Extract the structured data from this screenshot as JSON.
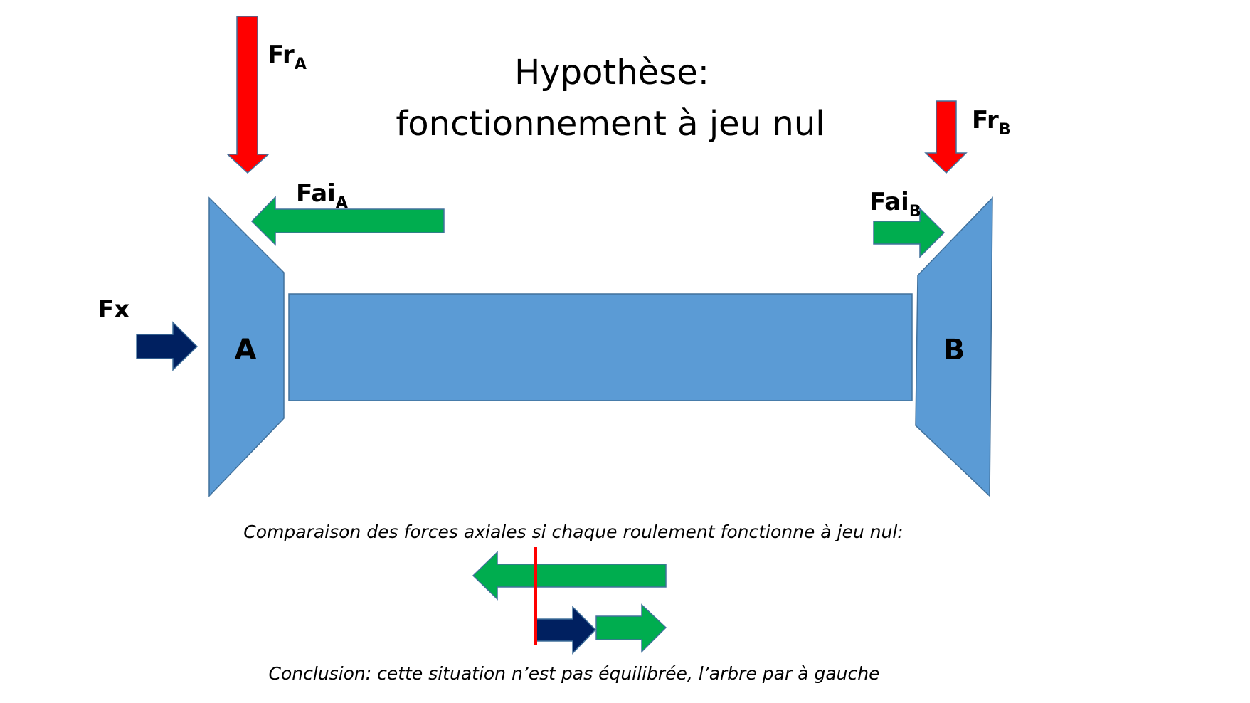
{
  "title": {
    "line1": "Hypothèse:",
    "line2": "fonctionnement à jeu nul"
  },
  "forces": {
    "fr_a": {
      "main": "Fr",
      "sub": "A",
      "color": "#ff0000",
      "direction": "down"
    },
    "fr_b": {
      "main": "Fr",
      "sub": "B",
      "color": "#ff0000",
      "direction": "down"
    },
    "fai_a": {
      "main": "Fai",
      "sub": "A",
      "color": "#00ad4f",
      "direction": "left"
    },
    "fai_b": {
      "main": "Fai",
      "sub": "B",
      "color": "#00ad4f",
      "direction": "right"
    },
    "fx": {
      "main": "Fx",
      "color": "#002060",
      "direction": "right"
    }
  },
  "bearings": {
    "a": {
      "label": "A",
      "color": "#5b9bd5"
    },
    "b": {
      "label": "B",
      "color": "#5b9bd5"
    }
  },
  "shaft": {
    "color": "#5b9bd5"
  },
  "comparison": {
    "caption": "Comparaison des forces axiales si chaque roulement fonctionne à jeu nul:",
    "arrows": [
      {
        "name": "Fai_A",
        "direction": "left",
        "color": "#00ad4f"
      },
      {
        "name": "Fx",
        "direction": "right",
        "color": "#002060"
      },
      {
        "name": "Fai_B",
        "direction": "right",
        "color": "#00ad4f"
      }
    ],
    "reference_line_color": "#ff0000"
  },
  "conclusion": "Conclusion: cette situation n’est pas équilibrée, l’arbre par à gauche"
}
